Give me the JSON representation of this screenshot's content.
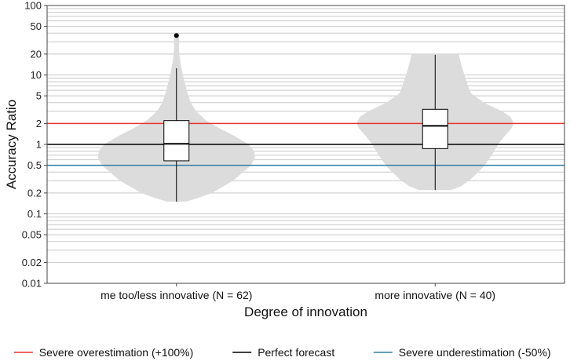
{
  "chart_data": {
    "type": "violin",
    "xlabel": "Degree of innovation",
    "ylabel": "Accuracy Ratio",
    "yscale": "log",
    "ylim": [
      0.01,
      100
    ],
    "yticks": [
      {
        "value": 0.01,
        "label": "0.01"
      },
      {
        "value": 0.02,
        "label": "0.02"
      },
      {
        "value": 0.05,
        "label": "0.05"
      },
      {
        "value": 0.1,
        "label": "0.1"
      },
      {
        "value": 0.2,
        "label": "0.2"
      },
      {
        "value": 0.5,
        "label": "0.5"
      },
      {
        "value": 1,
        "label": "1"
      },
      {
        "value": 2,
        "label": "2"
      },
      {
        "value": 5,
        "label": "5"
      },
      {
        "value": 10,
        "label": "10"
      },
      {
        "value": 20,
        "label": "20"
      },
      {
        "value": 50,
        "label": "50"
      },
      {
        "value": 100,
        "label": "100"
      }
    ],
    "grid": true,
    "categories": [
      {
        "label": "me too/less innovative (N = 62)",
        "box": {
          "q1": 0.58,
          "median": 1.02,
          "q3": 2.2,
          "whisker_low": 0.15,
          "whisker_high": 12.5
        },
        "outliers": [
          37
        ],
        "density": [
          [
            0.15,
            0.12
          ],
          [
            0.17,
            0.28
          ],
          [
            0.2,
            0.45
          ],
          [
            0.25,
            0.6
          ],
          [
            0.3,
            0.72
          ],
          [
            0.4,
            0.85
          ],
          [
            0.5,
            0.95
          ],
          [
            0.65,
            1.0
          ],
          [
            0.8,
            0.99
          ],
          [
            1.0,
            0.92
          ],
          [
            1.3,
            0.75
          ],
          [
            1.7,
            0.55
          ],
          [
            2.2,
            0.38
          ],
          [
            3,
            0.25
          ],
          [
            4,
            0.18
          ],
          [
            6,
            0.13
          ],
          [
            10,
            0.08
          ],
          [
            15,
            0.05
          ],
          [
            20,
            0.035
          ],
          [
            25,
            0.03
          ],
          [
            30,
            0.035
          ],
          [
            35,
            0.03
          ],
          [
            40,
            0.012
          ]
        ]
      },
      {
        "label": "more innovative (N = 40)",
        "box": {
          "q1": 0.87,
          "median": 1.85,
          "q3": 3.2,
          "whisker_low": 0.22,
          "whisker_high": 19.5
        },
        "outliers": [],
        "density": [
          [
            0.22,
            0.2
          ],
          [
            0.25,
            0.33
          ],
          [
            0.3,
            0.43
          ],
          [
            0.4,
            0.55
          ],
          [
            0.5,
            0.63
          ],
          [
            0.7,
            0.72
          ],
          [
            1.0,
            0.8
          ],
          [
            1.3,
            0.88
          ],
          [
            1.7,
            0.97
          ],
          [
            2.0,
            1.0
          ],
          [
            2.5,
            0.96
          ],
          [
            3.0,
            0.85
          ],
          [
            4.0,
            0.62
          ],
          [
            5.5,
            0.45
          ],
          [
            8,
            0.4
          ],
          [
            12,
            0.35
          ],
          [
            16,
            0.32
          ],
          [
            20,
            0.3
          ]
        ]
      }
    ],
    "reference_lines": [
      {
        "value": 2,
        "label": "Severe overestimation (+100%)",
        "color": "#e8322e"
      },
      {
        "value": 1,
        "label": "Perfect forecast",
        "color": "#000000"
      },
      {
        "value": 0.5,
        "label": "Severe underestimation (-50%)",
        "color": "#2e7fa8"
      }
    ],
    "legend_position": "bottom",
    "violin_color": "#dcdcdc",
    "grid_color": "#c8c8c8"
  }
}
